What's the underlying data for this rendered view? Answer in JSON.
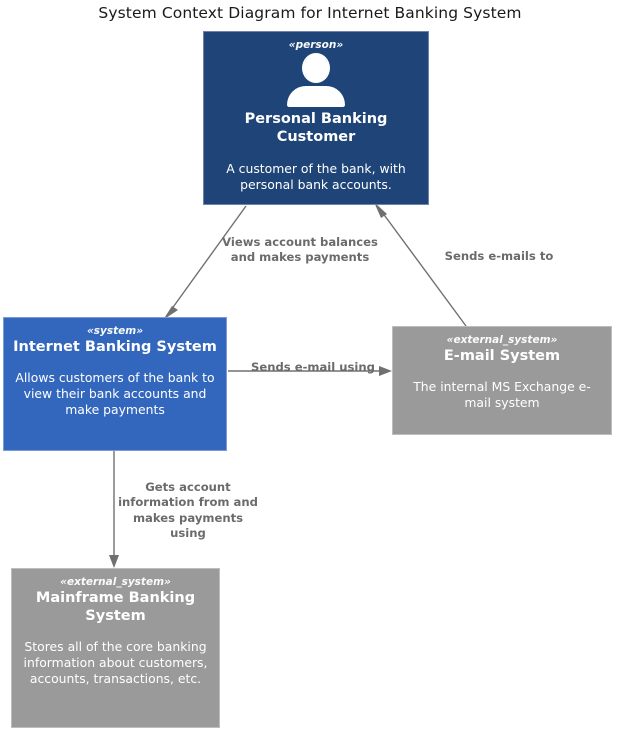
{
  "title": "System Context Diagram for Internet Banking System",
  "colors": {
    "person": "#1f4578",
    "system": "#3367bd",
    "external_system": "#9a9a9a",
    "edge": "#707070",
    "label_text": "#6b6b6b",
    "title_text": "#1a1a1a",
    "node_text": "#ffffff",
    "background": "#ffffff"
  },
  "nodes": [
    {
      "id": "personal-banking-customer",
      "stereotype": "«person»",
      "name": "Personal Banking Customer",
      "description": "A customer of the bank, with personal bank accounts.",
      "kind": "person",
      "icon": "person-icon"
    },
    {
      "id": "internet-banking-system",
      "stereotype": "«system»",
      "name": "Internet Banking System",
      "description": "Allows customers of the bank to view their bank accounts and make payments",
      "kind": "system"
    },
    {
      "id": "email-system",
      "stereotype": "«external_system»",
      "name": "E-mail System",
      "description": "The internal MS Exchange e-mail system",
      "kind": "external_system"
    },
    {
      "id": "mainframe-banking-system",
      "stereotype": "«external_system»",
      "name": "Mainframe Banking System",
      "description": "Stores all of the core banking information about customers, accounts, transactions, etc.",
      "kind": "external_system"
    }
  ],
  "edges": [
    {
      "id": "customer-to-ibs",
      "from": "personal-banking-customer",
      "to": "internet-banking-system",
      "label": "Views account balances and makes payments"
    },
    {
      "id": "email-to-customer",
      "from": "email-system",
      "to": "personal-banking-customer",
      "label": "Sends e-mails to"
    },
    {
      "id": "ibs-to-email",
      "from": "internet-banking-system",
      "to": "email-system",
      "label": "Sends e-mail using"
    },
    {
      "id": "ibs-to-mainframe",
      "from": "internet-banking-system",
      "to": "mainframe-banking-system",
      "label": "Gets account information from and makes payments using"
    }
  ]
}
